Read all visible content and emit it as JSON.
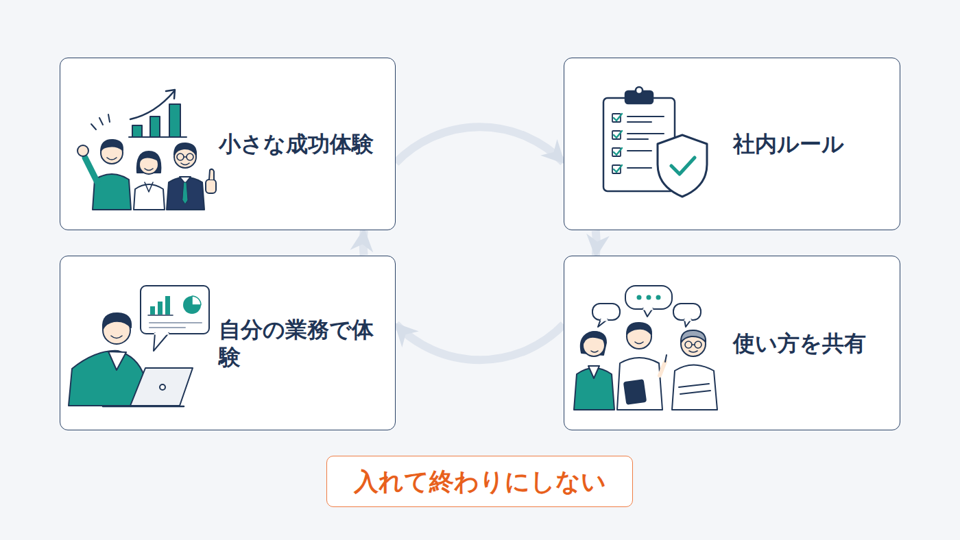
{
  "diagram": {
    "nodes": [
      {
        "text": [
          "小さな成功体験"
        ]
      },
      {
        "text": [
          "社内ルール"
        ]
      },
      {
        "text": [
          "自分の業務で体験"
        ]
      },
      {
        "text": [
          "使い方を共有"
        ]
      },
      {
        "text": [
          "入れて終わりにしない"
        ]
      }
    ],
    "edges": [
      {
        "from": 0,
        "to": 1,
        "arrow": "to"
      },
      {
        "from": 1,
        "to": 3,
        "arrow": "to"
      },
      {
        "from": 3,
        "to": 2,
        "arrow": "to"
      },
      {
        "from": 2,
        "to": 0,
        "arrow": "to"
      }
    ]
  }
}
